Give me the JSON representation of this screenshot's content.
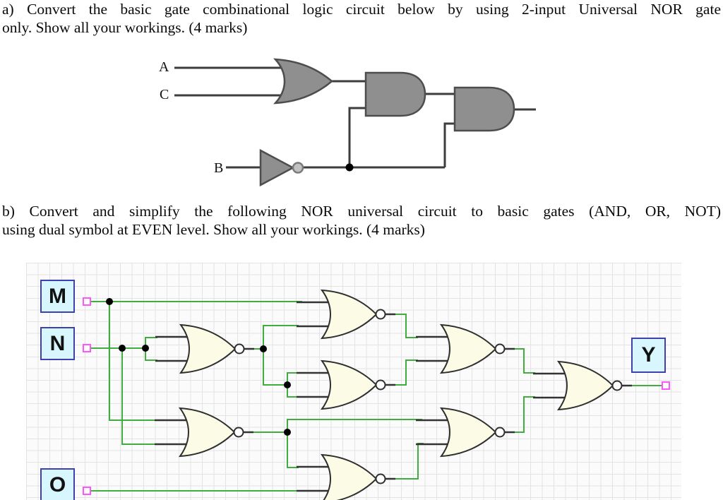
{
  "question_a": {
    "line1": "a) Convert the basic gate combinational logic circuit below by using 2-input Universal NOR gate",
    "line2": "only. Show all your workings. (4 marks)"
  },
  "question_b": {
    "line1": "b) Convert and simplify the following NOR universal circuit to basic gates (AND, OR, NOT)",
    "line2": "using dual symbol at EVEN level. Show all your workings. (4 marks)"
  },
  "circuit_a": {
    "type": "logic-diagram",
    "labels": {
      "A": "A",
      "C": "C",
      "B": "B"
    },
    "gates": [
      {
        "id": "OR1",
        "type": "OR",
        "inputs": [
          "A",
          "C"
        ]
      },
      {
        "id": "NOT1",
        "type": "NOT",
        "inputs": [
          "B"
        ]
      },
      {
        "id": "AND1",
        "type": "AND",
        "inputs": [
          "OR1",
          "NOT1"
        ]
      },
      {
        "id": "AND2",
        "type": "AND",
        "inputs": [
          "AND1",
          "NOT1"
        ]
      }
    ],
    "colors": {
      "gate_fill": "#8f8f8f",
      "gate_stroke": "#4d4d4d",
      "wire": "#3d3d3d",
      "not_bubble": "#c2c2c2"
    }
  },
  "circuit_b": {
    "type": "logic-diagram",
    "labels": {
      "M": "M",
      "N": "N",
      "O": "O",
      "Y": "Y"
    },
    "inputs": [
      "M",
      "N",
      "O"
    ],
    "output": "Y",
    "gates": [
      {
        "id": "NOR1",
        "type": "NOR",
        "inputs": [
          "N",
          "N"
        ]
      },
      {
        "id": "NOR2",
        "type": "NOR",
        "inputs": [
          "M",
          "N"
        ]
      },
      {
        "id": "NOR3",
        "type": "NOR",
        "inputs": [
          "M",
          "NOR1"
        ]
      },
      {
        "id": "NOR4",
        "type": "NOR",
        "inputs": [
          "NOR1",
          "NOR1"
        ]
      },
      {
        "id": "NOR5",
        "type": "NOR",
        "inputs": [
          "NOR3",
          "NOR4"
        ]
      },
      {
        "id": "NOR6",
        "type": "NOR",
        "inputs": [
          "NOR2",
          "NOR7"
        ]
      },
      {
        "id": "NOR7",
        "type": "NOR",
        "inputs": [
          "NOR2",
          "O"
        ]
      },
      {
        "id": "NOR8",
        "type": "NOR",
        "inputs": [
          "NOR5",
          "NOR6"
        ],
        "output": "Y"
      }
    ],
    "colors": {
      "gate_fill": "#FCFCE6",
      "gate_stroke": "#2f2f2f",
      "wire": "#3fae3f",
      "box_fill": "#d7f6fd",
      "box_border": "#3f3fae",
      "pin": "#ff55ff",
      "grid_line": "#e3e3e3",
      "grid_bg": "#fbfbfb",
      "junction": "#000000"
    }
  }
}
